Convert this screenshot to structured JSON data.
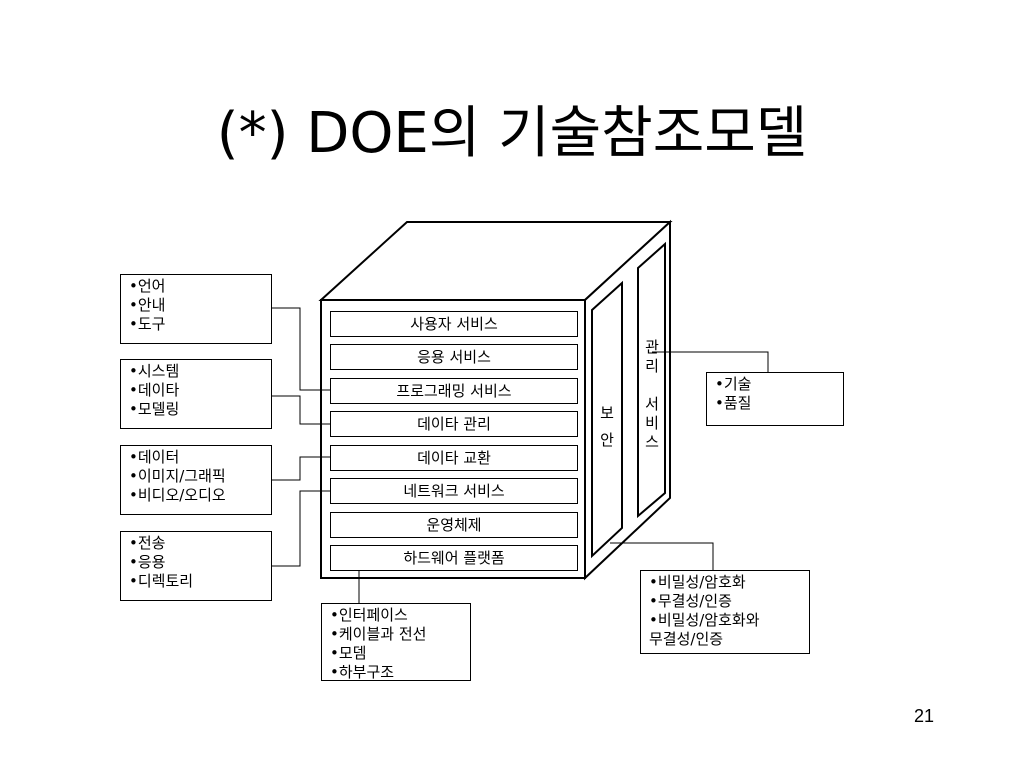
{
  "title": "(*) DOE의 기술참조모델",
  "page_number": "21",
  "layers": [
    "사용자 서비스",
    "응용 서비스",
    "프로그래밍 서비스",
    "데이타 관리",
    "데이타 교환",
    "네트워크 서비스",
    "운영체제",
    "하드웨어 플랫폼"
  ],
  "security_label": [
    "보",
    "안"
  ],
  "management_label": [
    "관",
    "리",
    "",
    "서",
    "비",
    "스"
  ],
  "notes": {
    "ui": [
      "•언어",
      "•안내",
      "•도구"
    ],
    "system": [
      "•시스템",
      "•데이타",
      "•모델링"
    ],
    "data": [
      "•데이터",
      "•이미지/그래픽",
      "•비디오/오디오"
    ],
    "transfer": [
      "•전송",
      "•응용",
      "•디렉토리"
    ],
    "hardware": [
      "•인터페이스",
      "•케이블과 전선",
      "•모뎀",
      "•하부구조"
    ],
    "management": [
      "•기술",
      "•품질"
    ],
    "security": [
      "•비밀성/암호화",
      "•무결성/인증",
      "•비밀성/암호화와",
      "무결성/인증"
    ]
  }
}
